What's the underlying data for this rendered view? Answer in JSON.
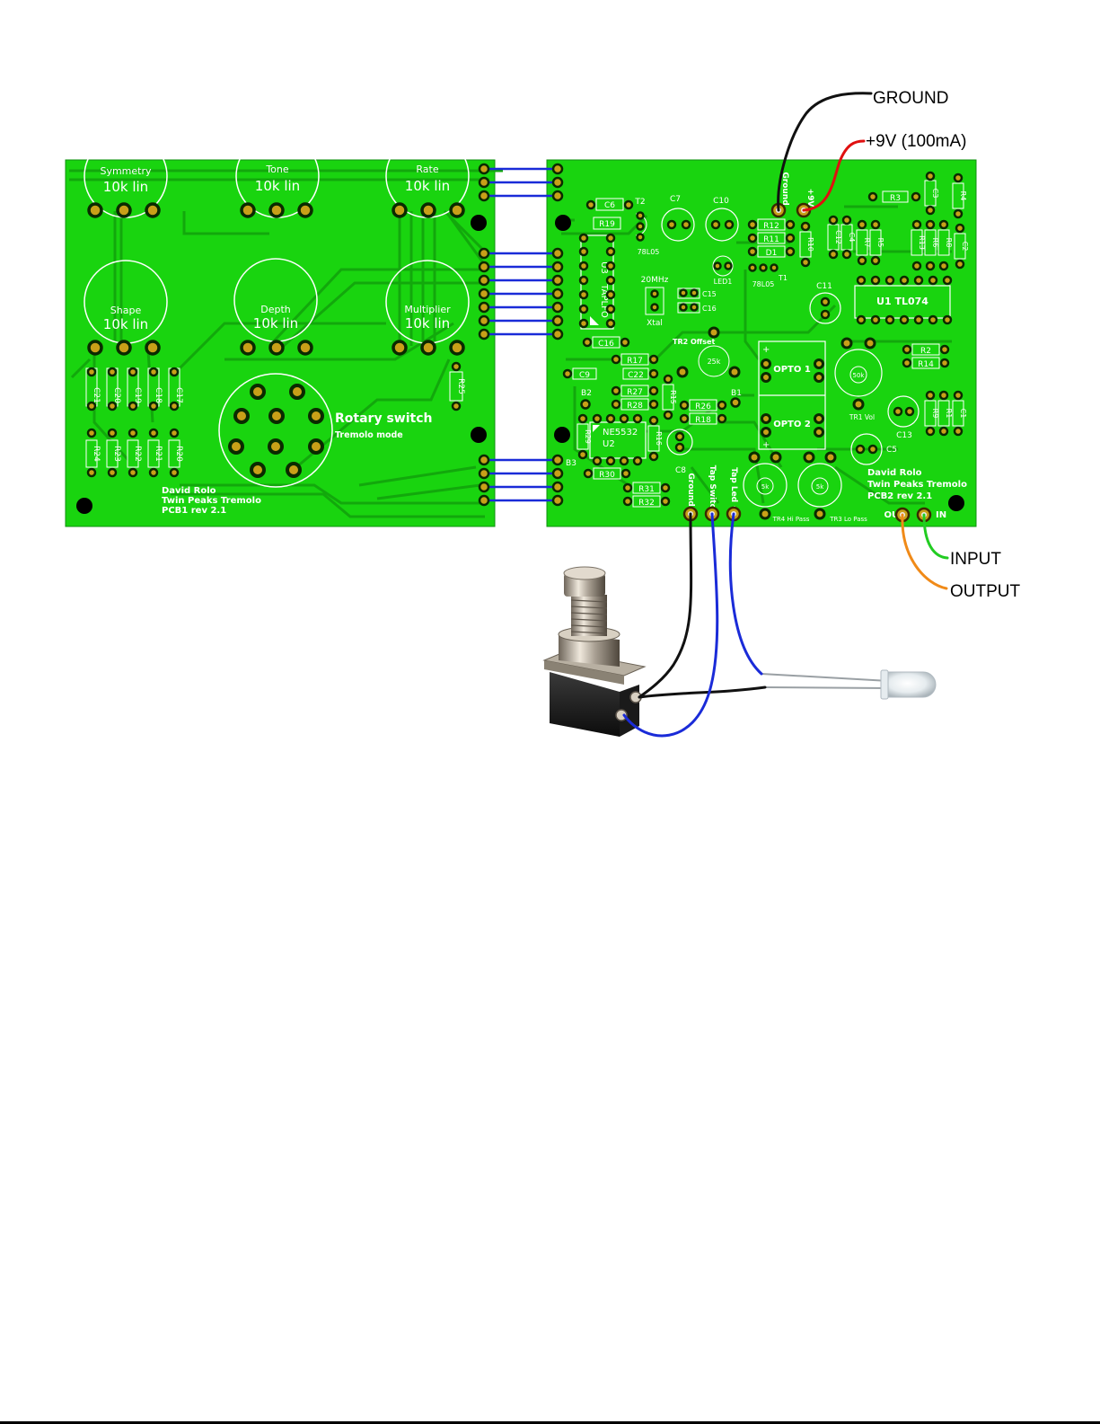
{
  "colors": {
    "pcb": "#19d40f",
    "trace": "#12a80c",
    "pad_ring": "#c8a018",
    "hole": "#0a2a00",
    "silk": "#ffffff",
    "wire_blue": "#1a2bd8",
    "wire_black": "#111111",
    "wire_red": "#e01010",
    "wire_green": "#22cc22",
    "wire_orange": "#f08a18"
  },
  "callouts": {
    "ground": "GROUND",
    "power": "+9V (100mA)",
    "input": "INPUT",
    "output": "OUTPUT"
  },
  "pcb1": {
    "pots": [
      {
        "name": "Symmetry",
        "value": "10k lin"
      },
      {
        "name": "Tone",
        "value": "10k lin"
      },
      {
        "name": "Rate",
        "value": "10k lin"
      },
      {
        "name": "Shape",
        "value": "10k lin"
      },
      {
        "name": "Depth",
        "value": "10k lin"
      },
      {
        "name": "Multiplier",
        "value": "10k lin"
      }
    ],
    "caps": [
      "C21",
      "C20",
      "C19",
      "C18",
      "C17"
    ],
    "resistors": [
      "R24",
      "R23",
      "R22",
      "R21",
      "R20"
    ],
    "r25": "R25",
    "switch_title": "Rotary switch",
    "switch_sub": "Tremolo mode",
    "credit": [
      "David Rolo",
      "Twin Peaks Tremolo",
      "PCB1 rev 2.1"
    ]
  },
  "pcb2": {
    "top_pads": {
      "ground": "Ground",
      "plus9v": "+9V"
    },
    "components": {
      "c6": "C6",
      "t2": "T2",
      "c7": "C7",
      "c10": "C10",
      "r19": "R19",
      "reg1": "78L05",
      "r12": "R12",
      "r11": "R11",
      "d1": "D1",
      "r10": "R10",
      "c12": "C12",
      "c4": "C4",
      "r7": "R7",
      "r5": "R5",
      "r3": "R3",
      "c3": "C3",
      "r4": "R4",
      "r13": "R13",
      "r6": "R6",
      "r8": "R8",
      "c2": "C2",
      "u3": "U3",
      "tapleo": "TAPLFO",
      "xtal_freq": "20MHz",
      "xtal": "Xtal",
      "c15": "C15",
      "c16a": "C16",
      "led1": "LED1",
      "t1": "T1",
      "reg2": "78L05",
      "c11": "C11",
      "u1": "U1 TL074",
      "c16b": "C16",
      "tr2": "TR2 Offset",
      "pot25k": "25k",
      "r17": "R17",
      "c9": "C9",
      "c22": "C22",
      "opto1": "OPTO 1",
      "r2": "R2",
      "r14": "R14",
      "pot50k": "50k",
      "b2": "B2",
      "r27": "R27",
      "r15": "R15",
      "b1": "B1",
      "r28": "R28",
      "r26": "R26",
      "r18": "R18",
      "r9": "R9",
      "r1": "R1",
      "c1": "C1",
      "ne5532": "NE5532",
      "u2": "U2",
      "r29": "R29",
      "r16": "R16",
      "opto2": "OPTO 2",
      "tr1": "TR1 Vol",
      "c13": "C13",
      "c5": "C5",
      "b3": "B3",
      "r30": "R30",
      "c8": "C8",
      "r31": "R31",
      "r32": "R32",
      "pot5k_a": "5k",
      "pot5k_b": "5k",
      "tr4": "TR4 Hi Pass",
      "tr3": "TR3 Lo Pass"
    },
    "bottom_pads": {
      "ground": "Ground",
      "tap_switch": "Tap Switch",
      "tap_led": "Tap Led +"
    },
    "out": "OUT",
    "in": "IN",
    "credit": [
      "David Rolo",
      "Twin Peaks Tremolo",
      "PCB2 rev 2.1"
    ]
  }
}
